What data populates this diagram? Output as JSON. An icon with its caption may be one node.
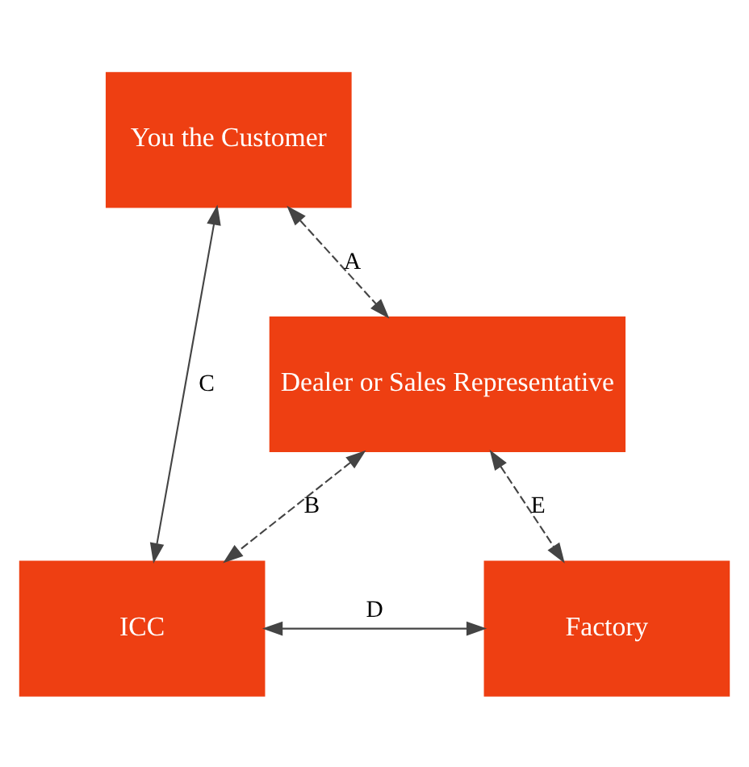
{
  "diagram": {
    "nodes": [
      {
        "text": [
          "You the Customer"
        ]
      },
      {
        "text": [
          "Dealer or Sales Representative"
        ]
      },
      {
        "text": [
          "ICC"
        ]
      },
      {
        "text": [
          "Factory"
        ]
      }
    ],
    "edges": [
      {
        "from": 0,
        "to": 1,
        "arrow": "both",
        "style": "dashed",
        "label": "A"
      },
      {
        "from": 1,
        "to": 2,
        "arrow": "both",
        "style": "dashed",
        "label": "B"
      },
      {
        "from": 2,
        "to": 0,
        "arrow": "both",
        "label": "C"
      },
      {
        "from": 2,
        "to": 3,
        "arrow": "both",
        "label": "D"
      },
      {
        "from": 1,
        "to": 3,
        "arrow": "both",
        "style": "dashed",
        "label": "E"
      }
    ]
  }
}
